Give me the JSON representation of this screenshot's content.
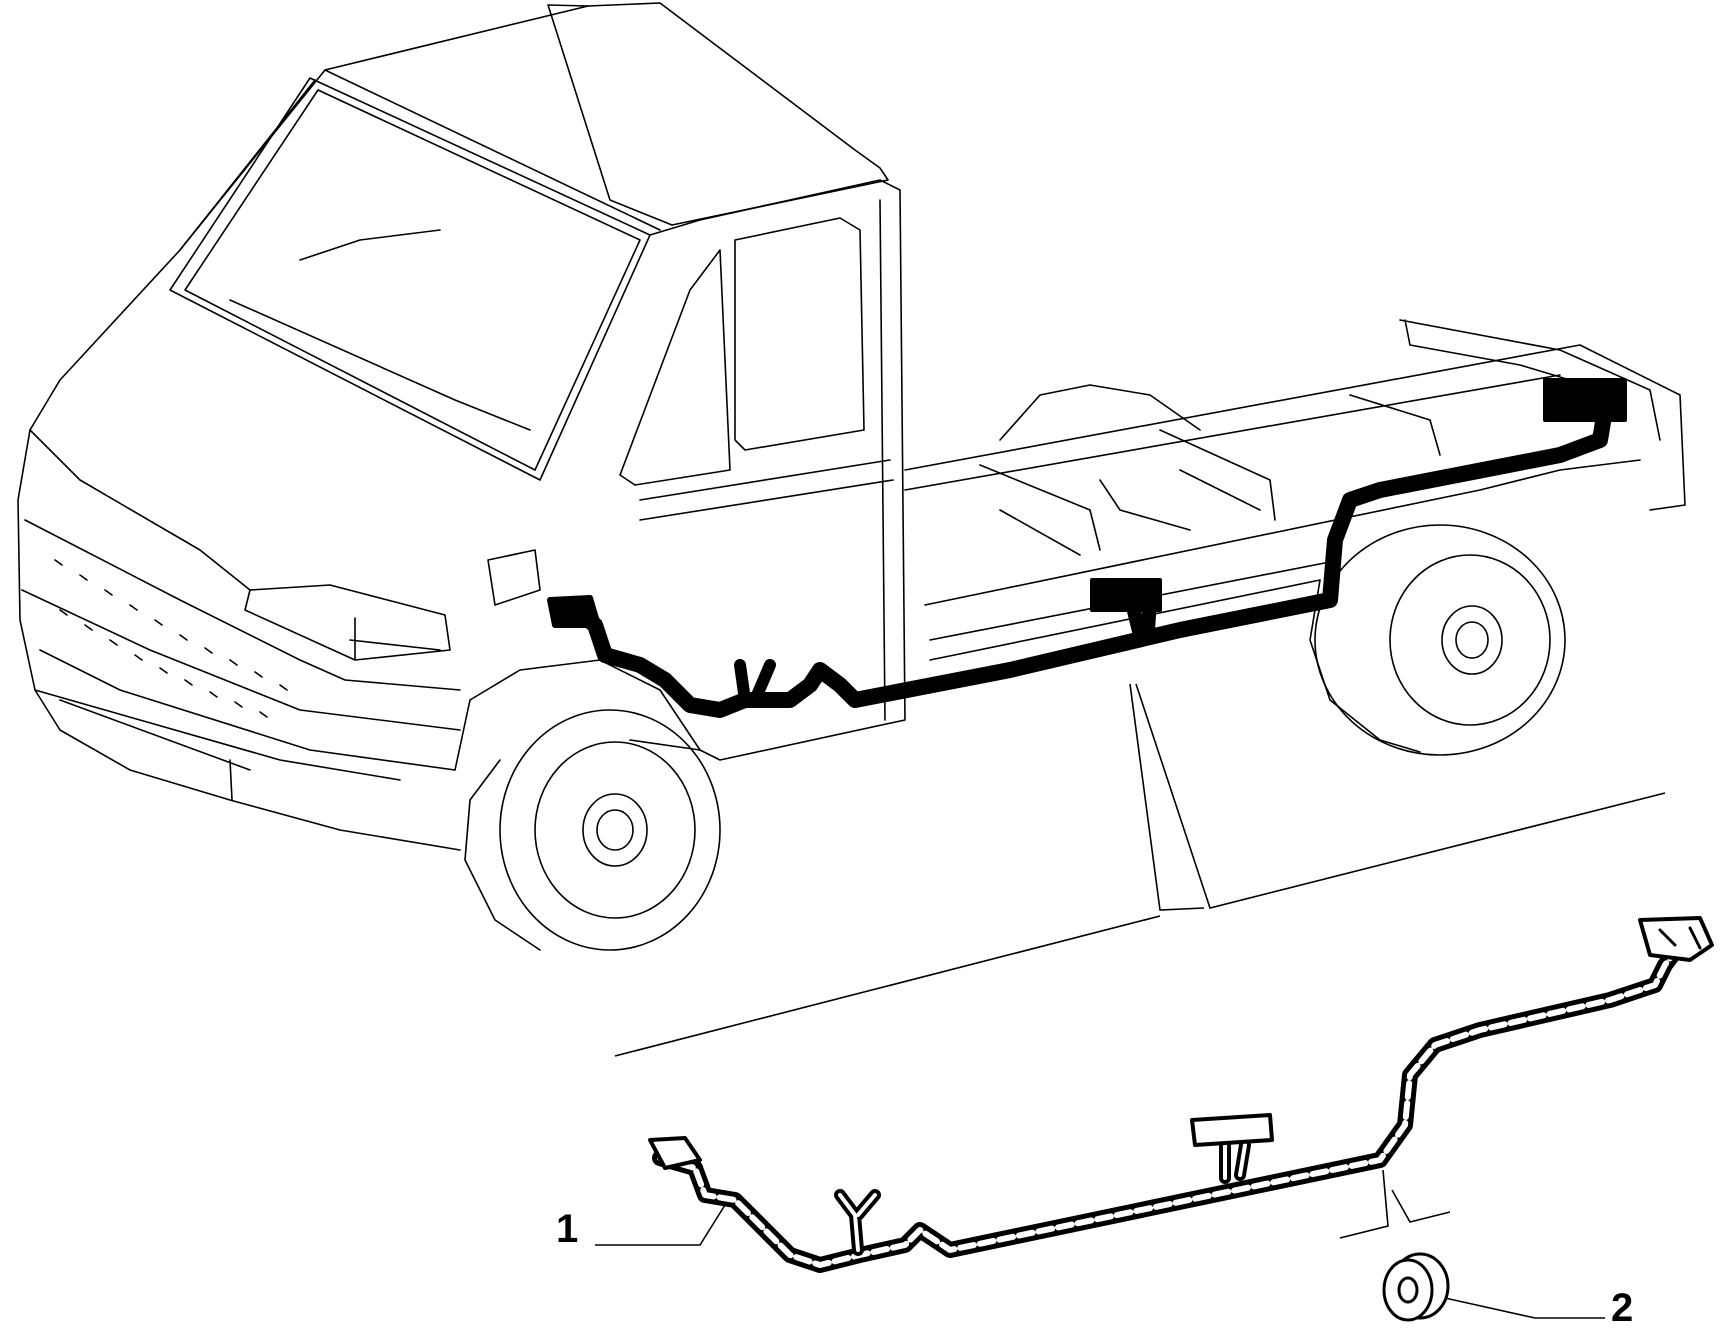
{
  "callouts": [
    {
      "id": "1",
      "label": "1",
      "part": "wiring-harness"
    },
    {
      "id": "2",
      "label": "2",
      "part": "grommet"
    }
  ],
  "colors": {
    "line": "#000000",
    "background": "#ffffff"
  }
}
